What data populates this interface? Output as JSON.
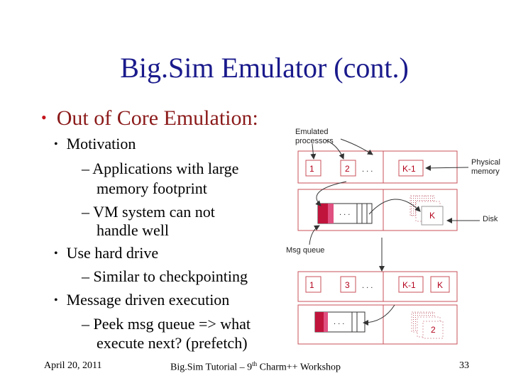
{
  "slide": {
    "title": "Big.Sim Emulator (cont.)",
    "heading": "Out of Core Emulation:",
    "items": [
      {
        "level": 1,
        "text": "Motivation"
      },
      {
        "level": 2,
        "text": "– Applications with large"
      },
      {
        "level": 3,
        "text": "memory footprint"
      },
      {
        "level": 2,
        "text": "– VM system can not"
      },
      {
        "level": 3,
        "text": "handle well"
      },
      {
        "level": 1,
        "text": "Use hard drive"
      },
      {
        "level": 2,
        "text": "– Similar to checkpointing"
      },
      {
        "level": 1,
        "text": "Message driven execution"
      },
      {
        "level": 2,
        "text": "– Peek msg queue => what"
      },
      {
        "level": 3,
        "text": "execute next? (prefetch)"
      }
    ]
  },
  "diagram": {
    "label_emulated_1": "Emulated",
    "label_emulated_2": "processors",
    "label_physical_1": "Physical",
    "label_physical_2": "memory",
    "label_disk": "Disk",
    "label_msg_queue": "Msg queue",
    "top_boxes": [
      "1",
      "2",
      "K-1"
    ],
    "bottom_boxes": [
      "1",
      "3",
      "K-1",
      "K"
    ],
    "disk_top": "K",
    "disk_bottom": "2",
    "ellipsis": ". . ."
  },
  "footer": {
    "date": "April 20, 2011",
    "center_pre": "Big.Sim Tutorial – 9",
    "center_sup": "th",
    "center_post": " Charm++ Workshop",
    "page": "33"
  },
  "colors": {
    "title": "#1a1a8c",
    "heading": "#8b1a1a",
    "accent": "#b3001b"
  }
}
